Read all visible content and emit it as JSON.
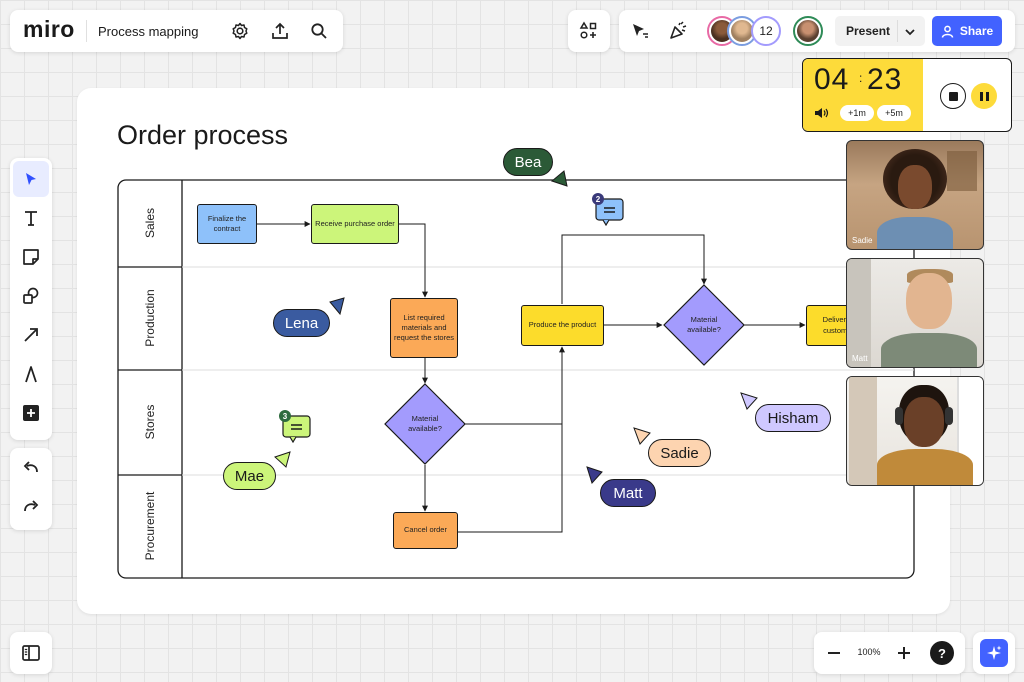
{
  "app": {
    "logo": "miro",
    "board_title": "Process mapping"
  },
  "topbar": {
    "present_label": "Present",
    "share_label": "Share",
    "collaborator_count": "12"
  },
  "timer": {
    "minutes": "04",
    "seconds": "23",
    "add1": "+1m",
    "add5": "+5m"
  },
  "frame": {
    "title": "Order process"
  },
  "lanes": [
    "Sales",
    "Production",
    "Stores",
    "Procurement"
  ],
  "nodes": {
    "finalize": "Finalize the contract",
    "receive": "Receive purchase order",
    "list": "List required materials and request the stores",
    "produce": "Produce the product",
    "material1": "Material available?",
    "material2": "Material available?",
    "deliver": "Deliver to customer",
    "cancel": "Cancel order"
  },
  "cursors": {
    "bea": "Bea",
    "lena": "Lena",
    "mae": "Mae",
    "matt": "Matt",
    "sadie": "Sadie",
    "hisham": "Hisham"
  },
  "comments": {
    "c1": "2",
    "c2": "3"
  },
  "videos": [
    {
      "name": "Sadie"
    },
    {
      "name": "Matt"
    },
    {
      "name": ""
    }
  ],
  "zoom": {
    "level": "100%"
  },
  "colors": {
    "accent": "#4262ff",
    "timer_bg": "#fddb3a",
    "blue_node": "#8ec1fa",
    "green_node": "#ccf57a",
    "orange_node": "#fba957",
    "yellow_node": "#fcdc2b",
    "purple_node": "#a39bfd"
  }
}
